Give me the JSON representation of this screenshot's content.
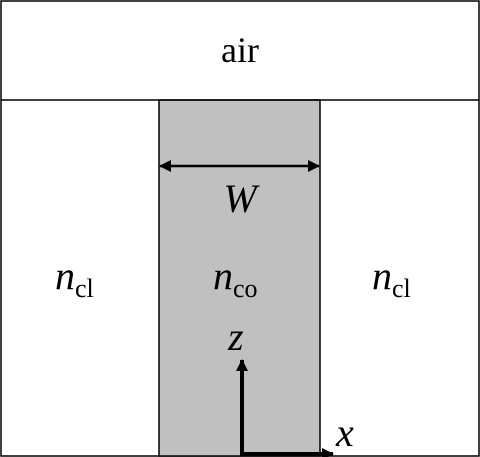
{
  "colors": {
    "background": "#ffffff",
    "core_fill": "#c0c0c0",
    "line": "#000000"
  },
  "regions": {
    "top": {
      "label": "air"
    },
    "left_cladding": {
      "symbol": "n",
      "subscript": "cl"
    },
    "core": {
      "symbol": "n",
      "subscript": "co"
    },
    "right_cladding": {
      "symbol": "n",
      "subscript": "cl"
    }
  },
  "width_marker": {
    "label": "W"
  },
  "axes": {
    "vertical": {
      "label": "z"
    },
    "horizontal": {
      "label": "x"
    }
  }
}
